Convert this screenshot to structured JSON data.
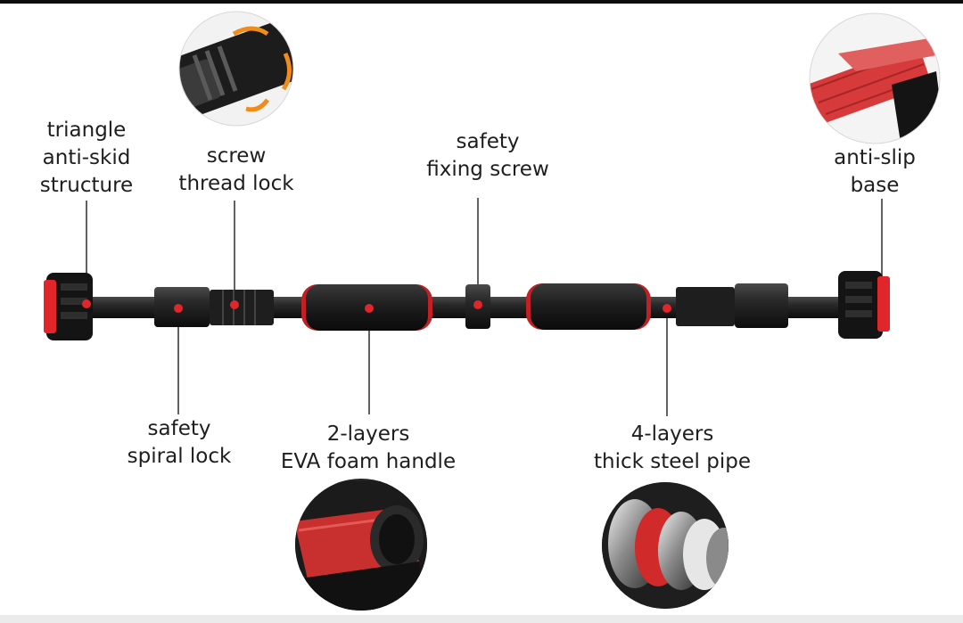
{
  "labels": {
    "triangle": [
      "triangle",
      "anti-skid",
      "structure"
    ],
    "screw_thread": [
      "screw",
      "thread lock"
    ],
    "fixing_screw": [
      "safety",
      "fixing screw"
    ],
    "anti_slip": [
      "anti-slip",
      "base"
    ],
    "spiral_lock": [
      "safety",
      "spiral lock"
    ],
    "eva_handle": [
      "2-layers",
      "EVA foam handle"
    ],
    "steel_pipe": [
      "4-layers",
      "thick steel pipe"
    ]
  },
  "colors": {
    "accent_red": "#e0262b",
    "bar_black": "#1a1a1a",
    "text": "#1e1e1e"
  }
}
